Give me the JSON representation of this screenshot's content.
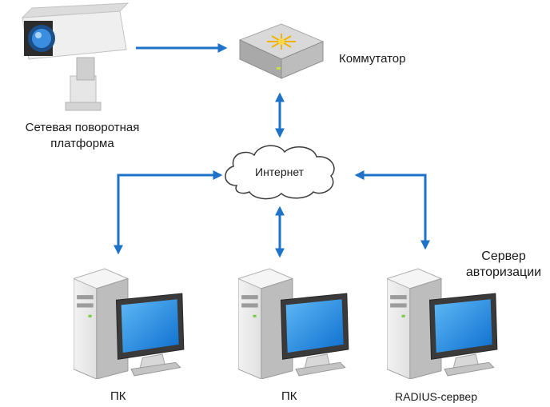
{
  "nodes": {
    "camera": {
      "label_line1": "Сетевая  поворотная",
      "label_line2": "платформа",
      "icon": "ptz-camera-icon"
    },
    "switch": {
      "label": "Коммутатор",
      "icon": "network-switch-icon"
    },
    "internet": {
      "label": "Интернет",
      "icon": "cloud-icon"
    },
    "pc_left": {
      "label": "ПК",
      "icon": "pc-icon"
    },
    "pc_middle": {
      "label": "ПК",
      "icon": "pc-icon"
    },
    "radius_server": {
      "label": "RADIUS-сервер",
      "icon": "pc-icon"
    },
    "auth_server": {
      "label_line1": "Сервер",
      "label_line2": "авторизации"
    }
  },
  "colors": {
    "arrow": "#1e73c8",
    "monitor_screen": "#1688e0",
    "tower": "#d9d9d9",
    "switch_body": "#b8b8b8"
  }
}
